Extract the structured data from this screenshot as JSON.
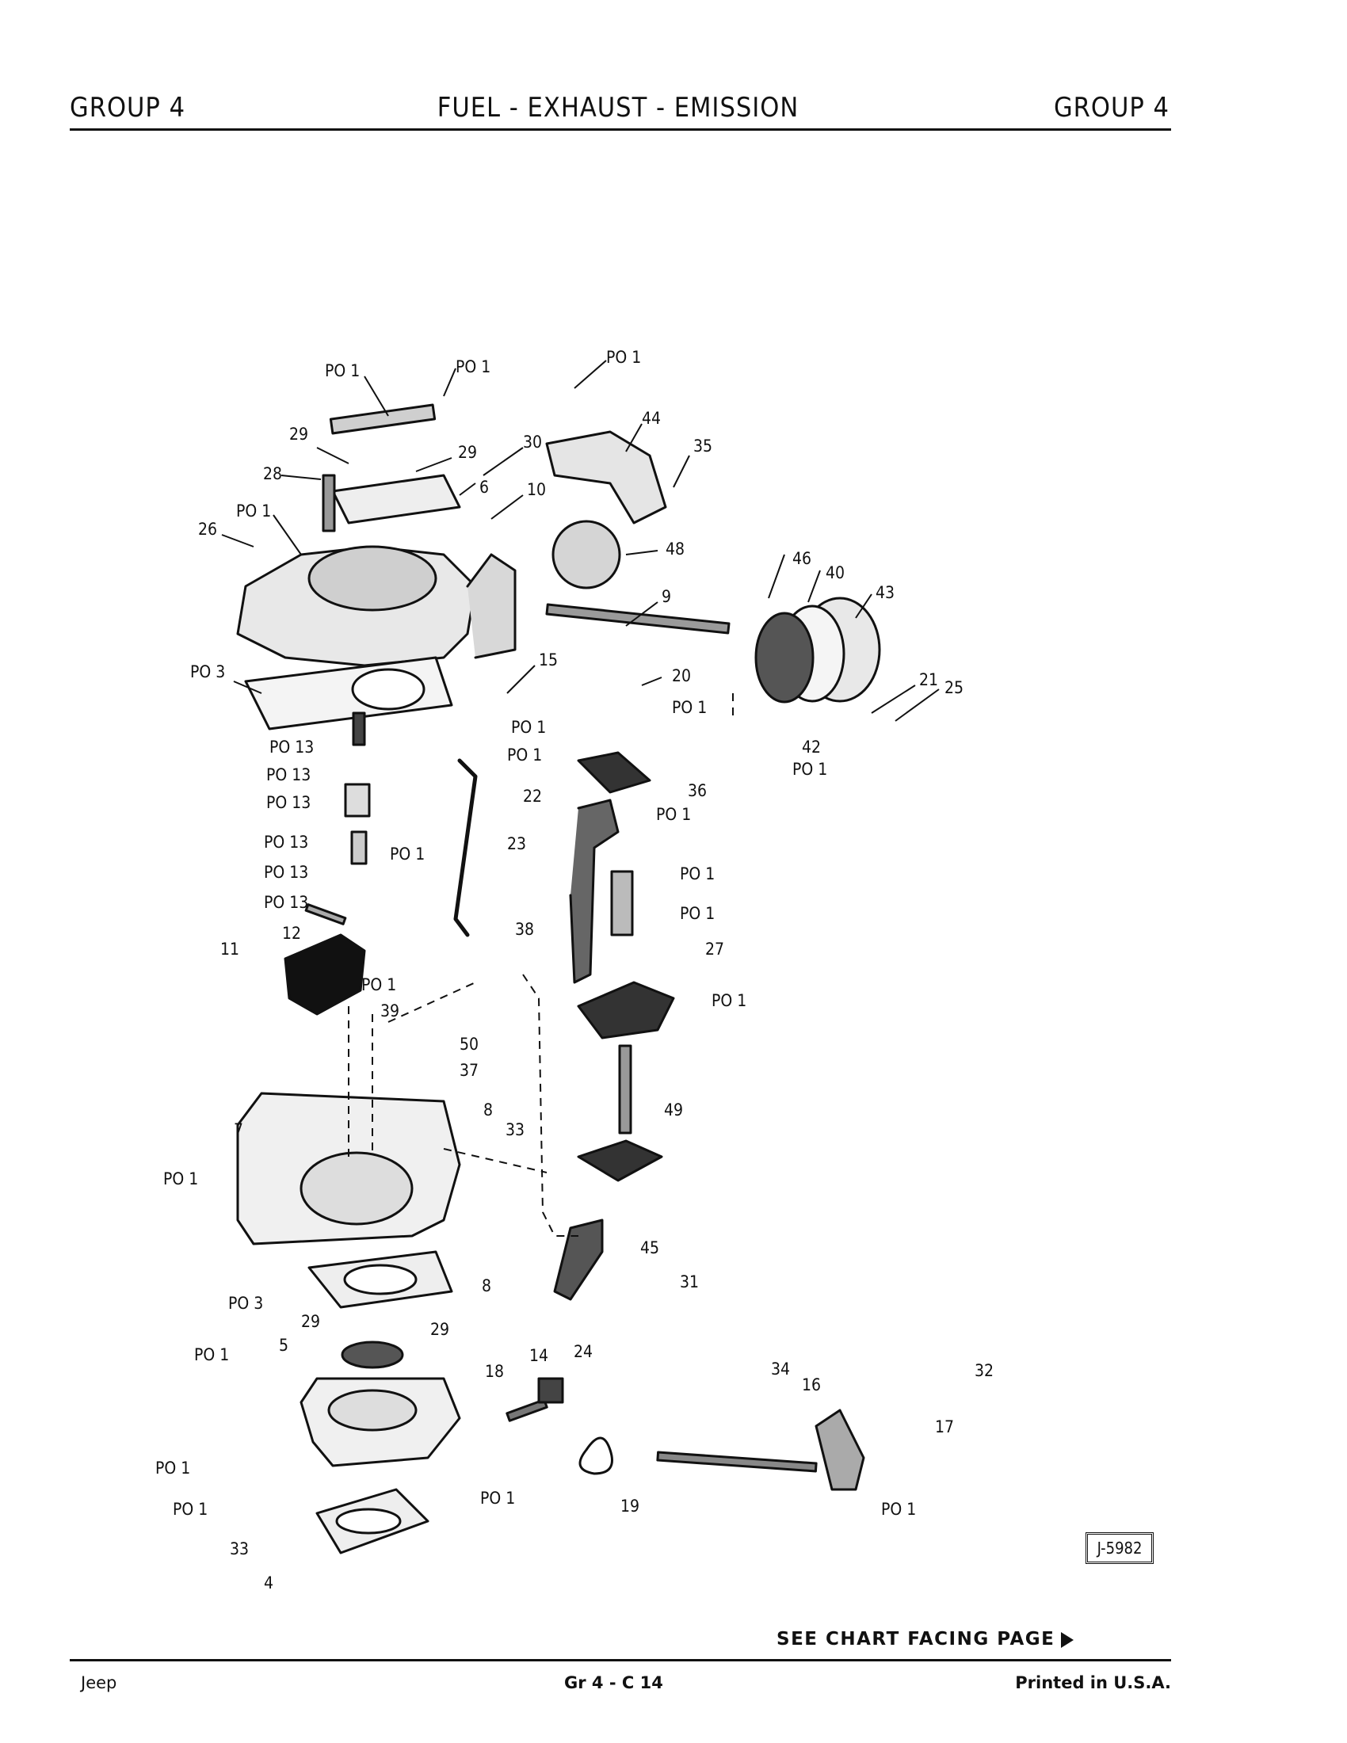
{
  "header": {
    "left": "GROUP 4",
    "center": "FUEL - EXHAUST - EMISSION",
    "right": "GROUP 4"
  },
  "figure_id": "J-5982",
  "see_chart": "SEE CHART FACING PAGE",
  "footer": {
    "left": "Jeep",
    "center": "Gr 4 - C 14",
    "right": "Printed in U.S.A."
  },
  "callouts": [
    {
      "id": "c01",
      "text": "PO 1"
    },
    {
      "id": "c02",
      "text": "PO 1"
    },
    {
      "id": "c03",
      "text": "PO 1"
    },
    {
      "id": "c04",
      "text": "44"
    },
    {
      "id": "c05",
      "text": "35"
    },
    {
      "id": "c06",
      "text": "29"
    },
    {
      "id": "c07",
      "text": "28"
    },
    {
      "id": "c08",
      "text": "29"
    },
    {
      "id": "c09",
      "text": "30"
    },
    {
      "id": "c10",
      "text": "6"
    },
    {
      "id": "c11",
      "text": "10"
    },
    {
      "id": "c12",
      "text": "PO 1"
    },
    {
      "id": "c13",
      "text": "26"
    },
    {
      "id": "c14",
      "text": "48"
    },
    {
      "id": "c15",
      "text": "46"
    },
    {
      "id": "c16",
      "text": "40"
    },
    {
      "id": "c17",
      "text": "43"
    },
    {
      "id": "c18",
      "text": "9"
    },
    {
      "id": "c19",
      "text": "PO 3"
    },
    {
      "id": "c20",
      "text": "15"
    },
    {
      "id": "c21",
      "text": "20"
    },
    {
      "id": "c22",
      "text": "21"
    },
    {
      "id": "c23",
      "text": "25"
    },
    {
      "id": "c24",
      "text": "PO 1"
    },
    {
      "id": "c25",
      "text": "PO 1"
    },
    {
      "id": "c26",
      "text": "PO 13"
    },
    {
      "id": "c27",
      "text": "PO 1"
    },
    {
      "id": "c28",
      "text": "42"
    },
    {
      "id": "c29",
      "text": "PO 1"
    },
    {
      "id": "c30",
      "text": "PO 13"
    },
    {
      "id": "c31",
      "text": "PO 13"
    },
    {
      "id": "c32",
      "text": "22"
    },
    {
      "id": "c33",
      "text": "36"
    },
    {
      "id": "c34",
      "text": "PO 1"
    },
    {
      "id": "c35",
      "text": "PO 13"
    },
    {
      "id": "c36",
      "text": "PO 1"
    },
    {
      "id": "c37",
      "text": "23"
    },
    {
      "id": "c38",
      "text": "PO 13"
    },
    {
      "id": "c39",
      "text": "PO 1"
    },
    {
      "id": "c40",
      "text": "PO 13"
    },
    {
      "id": "c41",
      "text": "PO 1"
    },
    {
      "id": "c42",
      "text": "12"
    },
    {
      "id": "c43",
      "text": "38"
    },
    {
      "id": "c44",
      "text": "11"
    },
    {
      "id": "c45",
      "text": "27"
    },
    {
      "id": "c46",
      "text": "PO 1"
    },
    {
      "id": "c47",
      "text": "39"
    },
    {
      "id": "c48",
      "text": "PO 1"
    },
    {
      "id": "c49",
      "text": "50"
    },
    {
      "id": "c50",
      "text": "37"
    },
    {
      "id": "c51",
      "text": "49"
    },
    {
      "id": "c52",
      "text": "8"
    },
    {
      "id": "c53",
      "text": "7"
    },
    {
      "id": "c54",
      "text": "33"
    },
    {
      "id": "c55",
      "text": "PO 1"
    },
    {
      "id": "c56",
      "text": "45"
    },
    {
      "id": "c57",
      "text": "8"
    },
    {
      "id": "c58",
      "text": "31"
    },
    {
      "id": "c59",
      "text": "PO 3"
    },
    {
      "id": "c60",
      "text": "29"
    },
    {
      "id": "c61",
      "text": "29"
    },
    {
      "id": "c62",
      "text": "PO 1"
    },
    {
      "id": "c63",
      "text": "5"
    },
    {
      "id": "c64",
      "text": "14"
    },
    {
      "id": "c65",
      "text": "24"
    },
    {
      "id": "c66",
      "text": "18"
    },
    {
      "id": "c67",
      "text": "32"
    },
    {
      "id": "c68",
      "text": "34"
    },
    {
      "id": "c69",
      "text": "16"
    },
    {
      "id": "c70",
      "text": "17"
    },
    {
      "id": "c71",
      "text": "PO 1"
    },
    {
      "id": "c72",
      "text": "PO 1"
    },
    {
      "id": "c73",
      "text": "PO 1"
    },
    {
      "id": "c74",
      "text": "19"
    },
    {
      "id": "c75",
      "text": "PO 1"
    },
    {
      "id": "c76",
      "text": "33"
    },
    {
      "id": "c77",
      "text": "4"
    }
  ]
}
